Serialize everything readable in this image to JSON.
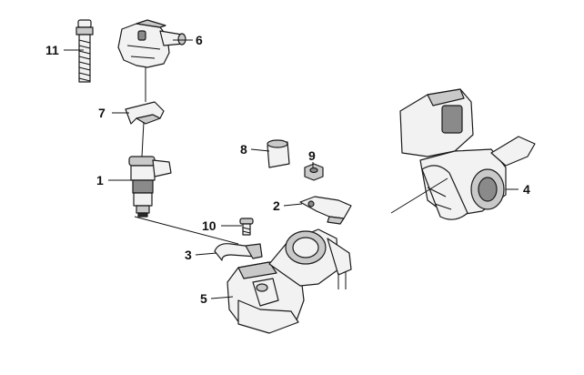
{
  "callouts": [
    {
      "id": "11",
      "label": "11"
    },
    {
      "id": "6",
      "label": "6"
    },
    {
      "id": "7",
      "label": "7"
    },
    {
      "id": "8",
      "label": "8"
    },
    {
      "id": "9",
      "label": "9"
    },
    {
      "id": "1",
      "label": "1"
    },
    {
      "id": "2",
      "label": "2"
    },
    {
      "id": "4",
      "label": "4"
    },
    {
      "id": "10",
      "label": "10"
    },
    {
      "id": "3",
      "label": "3"
    },
    {
      "id": "5",
      "label": "5"
    }
  ]
}
